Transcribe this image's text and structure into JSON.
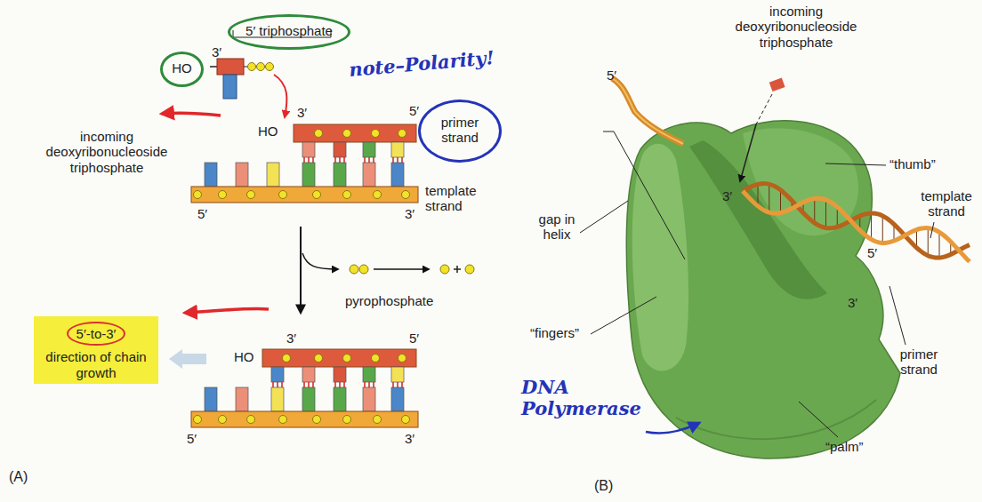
{
  "diagram": {
    "nodes": [
      {
        "text": [
          "5′ triphosphate"
        ]
      },
      {
        "text": [
          "HO"
        ]
      },
      {
        "text": [
          "primer strand"
        ]
      },
      {
        "text": [
          "direction of chain growth"
        ]
      },
      {
        "text": [
          "5′-to-3′"
        ],
        "in": 3
      }
    ],
    "labels": [
      "3′",
      "note–Polarity!",
      "3′",
      "HO",
      "5′",
      "incoming deoxyribonucleoside triphosphate",
      "template strand",
      "5′",
      "3′",
      "pyrophosphate",
      "3′",
      "5′",
      "HO",
      "5′",
      "3′",
      "(A)",
      "5′",
      "incoming deoxyribonucleoside triphosphate",
      "3′",
      "“thumb”",
      "template strand",
      "gap in helix",
      "5′",
      "3′",
      "“fingers”",
      "primer strand",
      "“palm”",
      "DNA Polymerase",
      "(B)"
    ]
  }
}
